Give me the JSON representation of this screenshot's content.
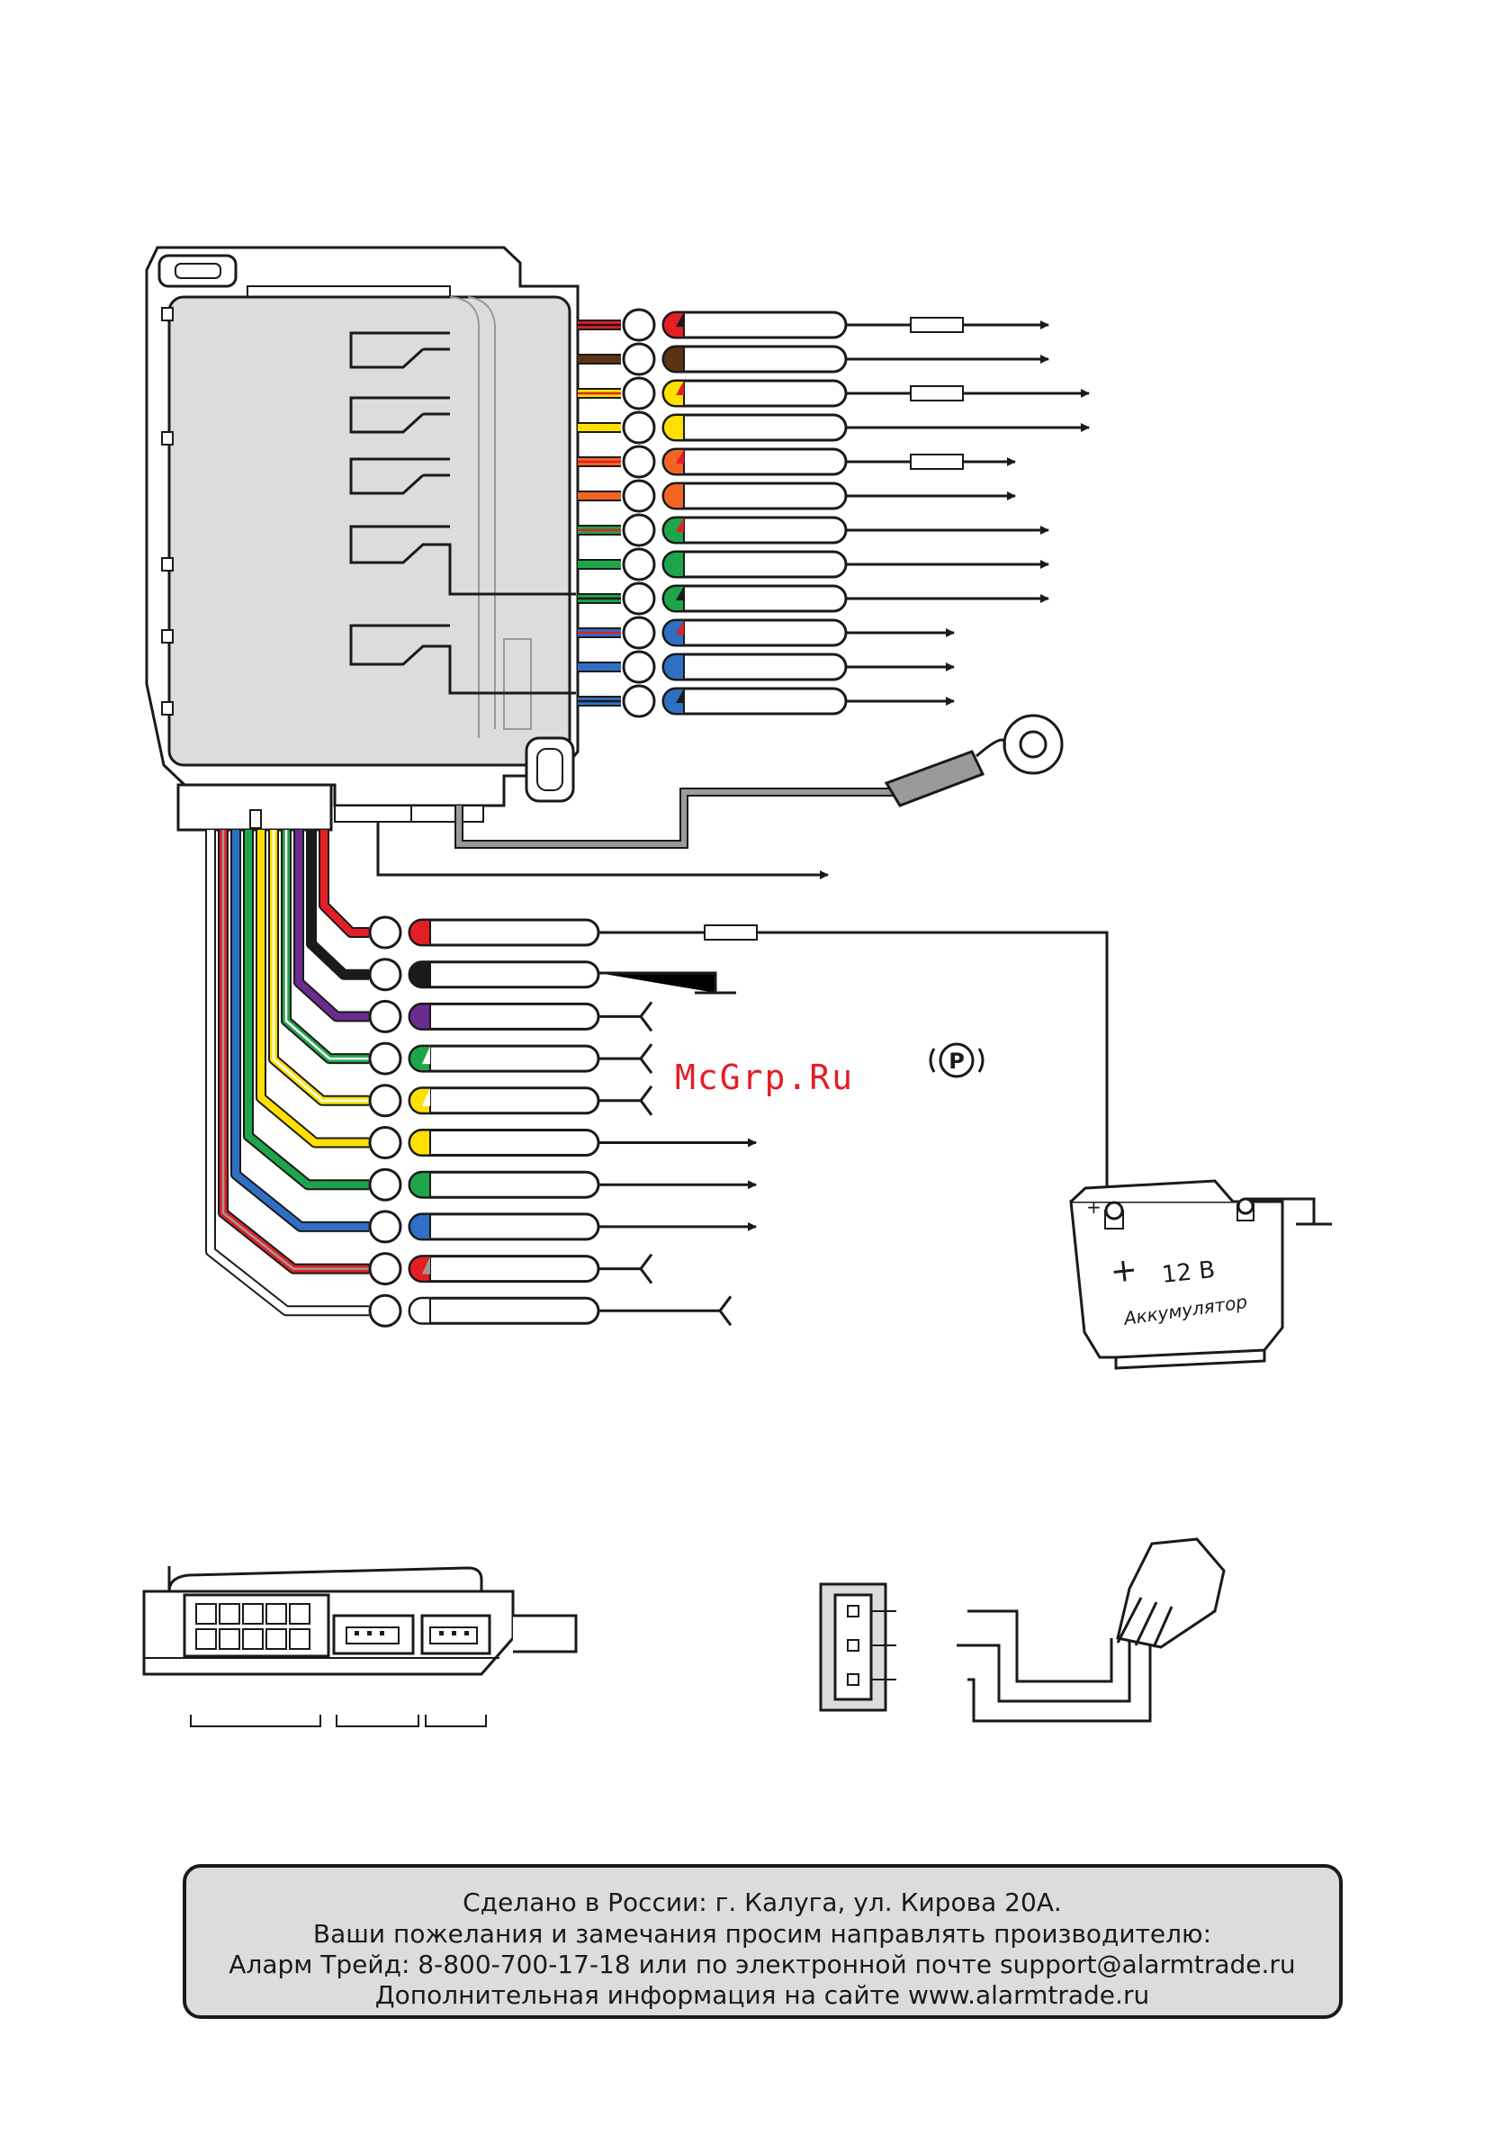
{
  "watermark": "McGrp.Ru",
  "parking_symbol": "P",
  "battery": {
    "voltage_label": "12 В",
    "name_label": "Аккумулятор",
    "plus_sign": "+",
    "terminal_plus": "+"
  },
  "wire_colors": {
    "red": "#e31e24",
    "brown": "#5c3314",
    "yellow": "#ffe000",
    "orange": "#f26522",
    "green": "#1ea54a",
    "black": "#1a1a1a",
    "blue": "#2f6fc4",
    "violet": "#6b2c91",
    "gray": "#9a9a9a",
    "white": "#ffffff"
  },
  "right_wires": [
    {
      "main": "red",
      "stripe": "black",
      "end": "fuse-arrow"
    },
    {
      "main": "brown",
      "stripe": null,
      "end": "arrow"
    },
    {
      "main": "yellow",
      "stripe": "red",
      "end": "fuse-arrow"
    },
    {
      "main": "yellow",
      "stripe": null,
      "end": "arrow"
    },
    {
      "main": "orange",
      "stripe": "red",
      "end": "fuse-arrow"
    },
    {
      "main": "orange",
      "stripe": null,
      "end": "arrow"
    },
    {
      "main": "green",
      "stripe": "red",
      "end": "arrow"
    },
    {
      "main": "green",
      "stripe": null,
      "end": "arrow"
    },
    {
      "main": "green",
      "stripe": "black",
      "end": "arrow"
    },
    {
      "main": "blue",
      "stripe": "red",
      "end": "arrow"
    },
    {
      "main": "blue",
      "stripe": null,
      "end": "arrow"
    },
    {
      "main": "blue",
      "stripe": "black",
      "end": "arrow"
    }
  ],
  "bottom_wires": [
    {
      "main": "red",
      "stripe": null,
      "end": "fuse-battery"
    },
    {
      "main": "black",
      "stripe": null,
      "end": "ground"
    },
    {
      "main": "violet",
      "stripe": null,
      "end": "fork"
    },
    {
      "main": "green",
      "stripe": "white",
      "end": "fork"
    },
    {
      "main": "yellow",
      "stripe": "white",
      "end": "fork"
    },
    {
      "main": "yellow",
      "stripe": null,
      "end": "arrow"
    },
    {
      "main": "green",
      "stripe": null,
      "end": "arrow"
    },
    {
      "main": "blue",
      "stripe": null,
      "end": "arrow"
    },
    {
      "main": "red",
      "stripe": "gray",
      "end": "fork"
    },
    {
      "main": "white",
      "stripe": null,
      "end": "fork"
    }
  ],
  "footer": {
    "line1": "Сделано в России: г. Калуга, ул. Кирова 20А.",
    "line2": "Ваши пожелания и замечания просим направлять производителю:",
    "line3": "Аларм Трейд: 8-800-700-17-18 или по электронной почте support@alarmtrade.ru",
    "line4": "Дополнительная информация на сайте www.alarmtrade.ru"
  }
}
